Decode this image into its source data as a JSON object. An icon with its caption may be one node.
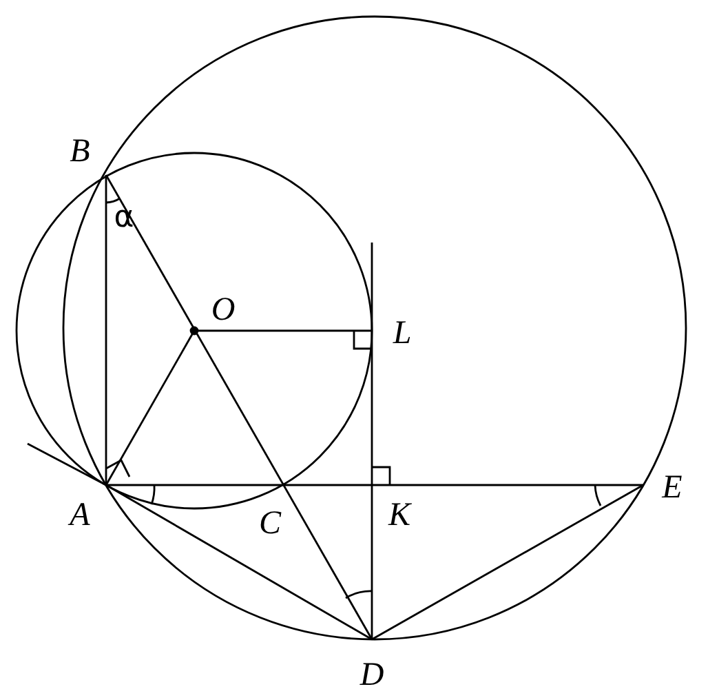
{
  "diagram": {
    "labels": [
      "B",
      "α",
      "O",
      "L",
      "A",
      "C",
      "K",
      "E",
      "D"
    ]
  }
}
